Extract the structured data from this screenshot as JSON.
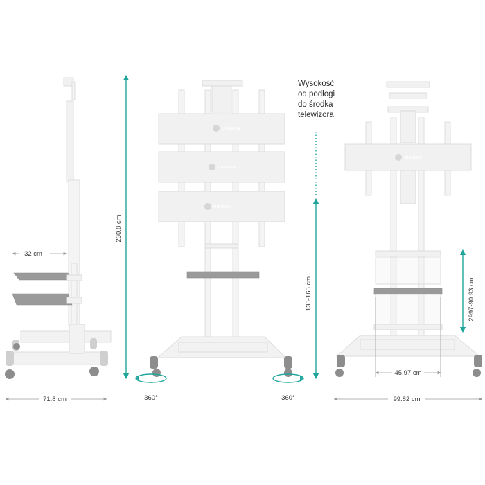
{
  "labels": {
    "shelf_width": "32 cm",
    "side_depth": "71.8 cm",
    "total_height": "230.8 cm",
    "center_height": "135-165 cm",
    "rotation_left": "360°",
    "rotation_right": "360°",
    "shelf_height_range": "2997-90.93 cm",
    "inner_width": "45.97 cm",
    "total_width": "99.82 cm",
    "brand": "ONKRON",
    "note_lines": [
      "Wysokość",
      "od podłogi",
      "do środka",
      "telewizora"
    ]
  },
  "colors": {
    "accent_teal": "#1fa59b",
    "dimension_grey": "#9a9a9a",
    "stand_white": "#f2f2f2",
    "shelf_grey": "#9a9a9a"
  }
}
